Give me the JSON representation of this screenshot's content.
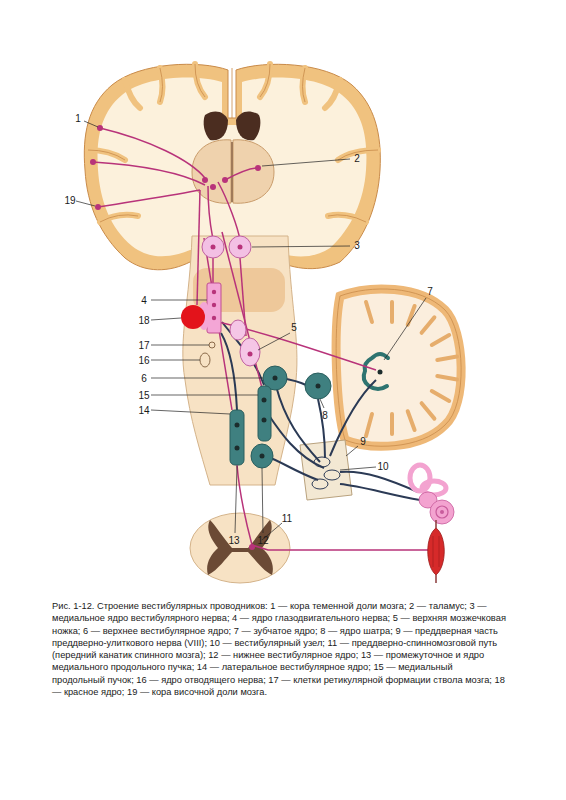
{
  "diagram": {
    "caption": "Рис. 1-12. Строение вестибулярных проводников: 1 — кора теменной доли мозга; 2 — таламус; 3 — медиальное ядро вестибулярного нерва; 4 — ядро глазодвигательного нерва; 5 — верхняя мозжечковая ножка; 6 — верхнее вестибулярное ядро; 7 — зубчатое ядро; 8 — ядро шатра; 9 — преддверная часть преддверно-улиткового нерва (VIII); 10 — вестибулярный узел; 11 — преддверно-спинномозговой путь (передний канатик спинного мозга); 12 — нижнее вестибулярное ядро; 13 — промежуточное и ядро медиального продольного пучка; 14 — латеральное вестибулярное ядро; 15 — медиальный продольный пучок; 16 — ядро отводящего нерва; 17 — клетки ретикулярной формации ствола мозга; 18 — красное ядро; 19 — кора височной доли мозга.",
    "labels": [
      "1",
      "2",
      "3",
      "4",
      "5",
      "6",
      "7",
      "8",
      "9",
      "10",
      "11",
      "12",
      "13",
      "14",
      "15",
      "16",
      "17",
      "18",
      "19"
    ]
  }
}
